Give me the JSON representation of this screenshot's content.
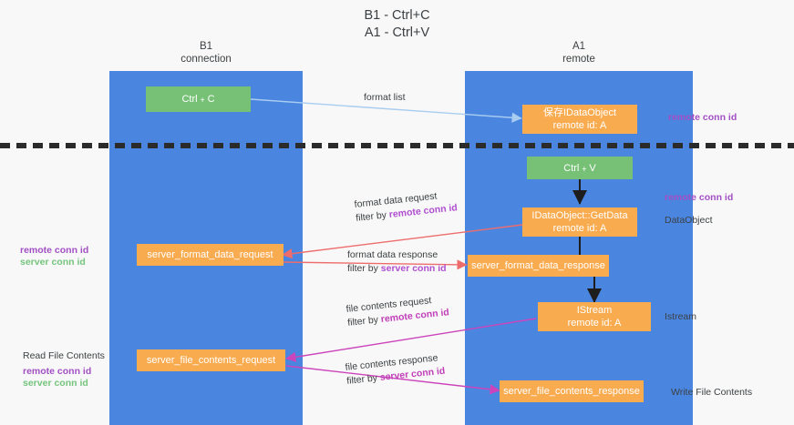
{
  "title": "B1 - Ctrl+C\nA1 - Ctrl+V",
  "lanes": [
    {
      "name": "b1",
      "header": "B1\nconnection"
    },
    {
      "name": "a1",
      "header": "A1\nremote"
    }
  ],
  "nodes": {
    "ctrl_c": "Ctrl﹢C",
    "get_dataobject": "保存IDataObject\nremote id: A",
    "ctrl_v": "Ctrl﹢V",
    "idataobject_getdata": "IDataObject::GetData\nremote id: A",
    "server_format_data_request": "server_format_data_request",
    "server_format_data_response": "server_format_data_response",
    "istream": "IStream\nremote id: A",
    "server_file_contents_request": "server_file_contents_request",
    "server_file_contents_response": "server_file_contents_response"
  },
  "edges": {
    "format_list": "format list",
    "format_data_request_l1": "format data request",
    "format_data_request_l2_prefix": "filter by ",
    "format_data_request_l2_key": "remote conn id",
    "format_data_response_l1": "format data response",
    "format_data_response_l2_prefix": "filter by ",
    "format_data_response_l2_key": "server conn id",
    "file_contents_request_l1": "file contents request",
    "file_contents_request_l2_prefix": "filter by ",
    "file_contents_request_l2_key": "remote conn id",
    "file_contents_response_l1": "file contents response",
    "file_contents_response_l2_prefix": "filter by ",
    "file_contents_response_l2_key": "server conn id"
  },
  "annotations": {
    "right_remote_conn_top": "remote conn id",
    "right_remote_conn_mid": "remote conn id",
    "right_dataobject": "DataObject",
    "right_istream": "Istream",
    "right_write_file_contents": "Write File Contents",
    "left_remote_conn": "remote conn id",
    "left_server_conn": "server conn id",
    "left_read_file_contents": "Read File Contents",
    "left_remote_conn2": "remote conn id",
    "left_server_conn2": "server conn id"
  },
  "colors": {
    "lane": "#4a86e0",
    "green_node": "#76c176",
    "orange_node": "#f9ab50",
    "purple_key": "#a24fc4",
    "green_key": "#74c47c",
    "red_arrow": "#ef6c6c",
    "magenta_arrow": "#cc44bb",
    "blue_arrow": "#a9cdf0",
    "divider": "#2b2b2b"
  }
}
